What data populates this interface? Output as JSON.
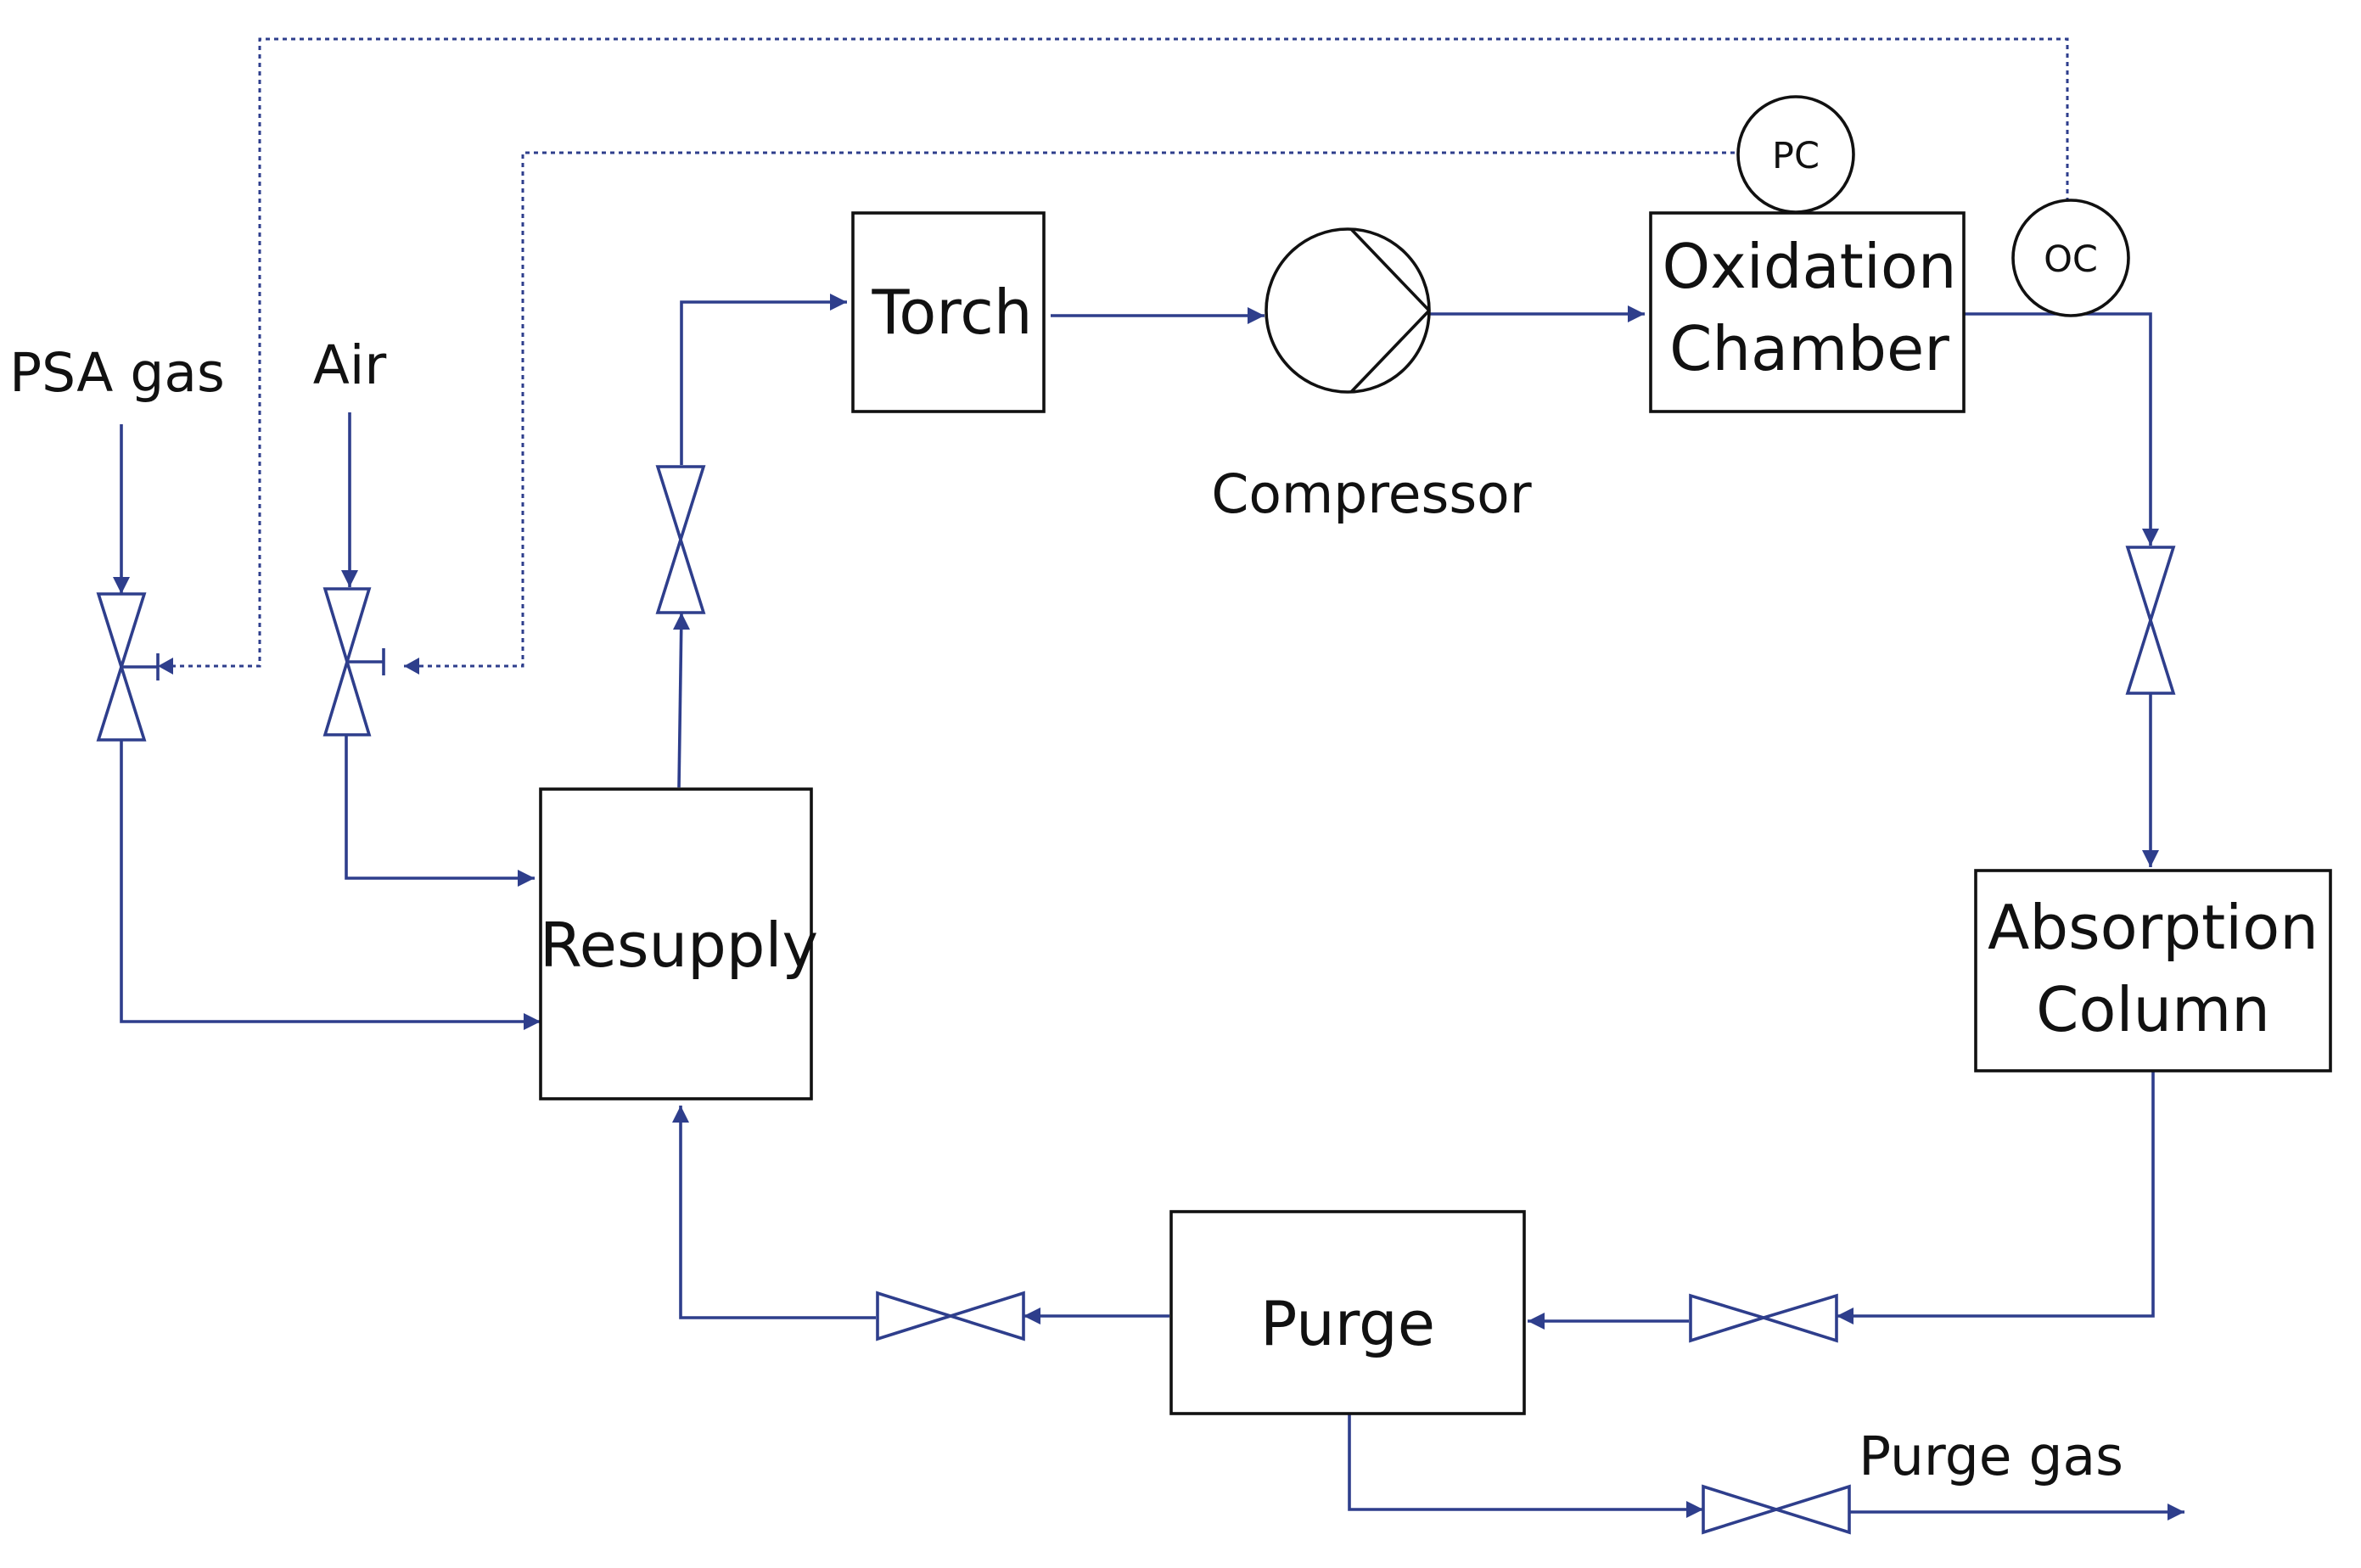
{
  "colors": {
    "line": "#2e3e8c",
    "box_border": "#111111",
    "text": "#111111",
    "background": "#ffffff"
  },
  "units": {
    "torch": "Torch",
    "oxidation_chamber": [
      "Oxidation",
      "Chamber"
    ],
    "absorption_column": [
      "Absorption",
      "Column"
    ],
    "resupply": "Resupply",
    "purge": "Purge"
  },
  "equipment": {
    "compressor": "Compressor"
  },
  "instruments": {
    "pressure_controller": "PC",
    "oxidation_controller": "OC"
  },
  "streams": {
    "psa_gas": "PSA gas",
    "air": "Air",
    "purge_gas": "Purge gas"
  },
  "icons": {
    "valve": "valve-icon",
    "control_valve": "control-valve-icon",
    "compressor": "compressor-icon",
    "instrument": "instrument-bubble-icon"
  }
}
